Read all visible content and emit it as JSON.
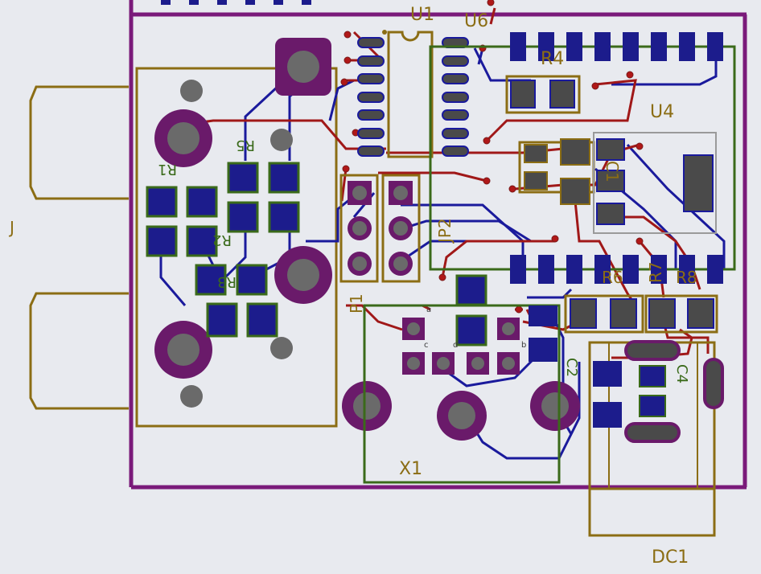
{
  "colors": {
    "background": "#e8eaef",
    "board_outline": "#7a1a7a",
    "silkscreen": "#8b6d14",
    "top_copper": "#a01818",
    "bottom_copper": "#1a1a9c",
    "smd_pad": "#1c1c8c",
    "pad_fill": "#4a4a4a",
    "through_hole": "#6a1a6a",
    "courtyard": "#3a6a1a",
    "via": "#b01818",
    "drill": "#6a6a6a"
  },
  "labels": {
    "u1": "U1",
    "u6": "U6",
    "r4": "R4",
    "u4": "U4",
    "r1": "R1",
    "r2": "R2",
    "r3": "R3",
    "r5": "R5",
    "r6": "R6",
    "r7": "R7",
    "r8": "R8",
    "c1": "C1",
    "c2": "C2",
    "c4": "C4",
    "jp2": "JP2",
    "p1": "P1",
    "x1": "X1",
    "dc1": "DC1",
    "edge": "J"
  },
  "pin_marks": {
    "a": "a",
    "b": "b",
    "c": "c",
    "d": "d"
  }
}
